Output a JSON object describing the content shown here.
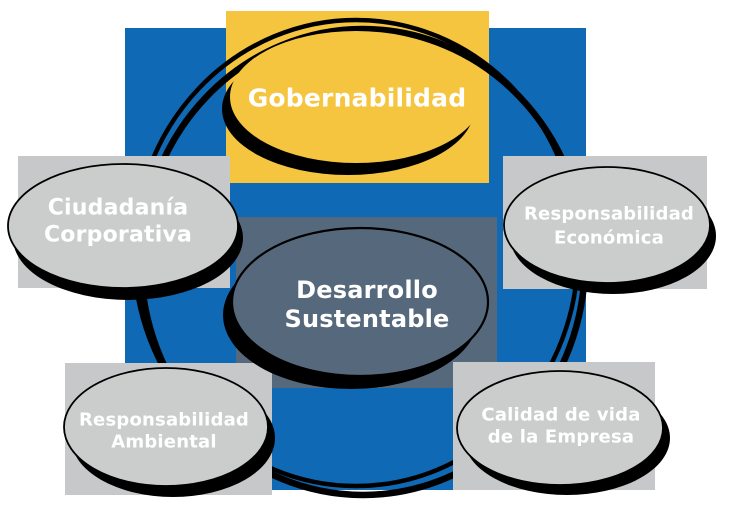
{
  "diagram": {
    "description": "Desarrollo Sustentable cycle diagram",
    "nodes": {
      "gobernabilidad": {
        "label": "Gobernabilidad"
      },
      "ciudadania_corporativa": {
        "line1": "Ciudadanía",
        "line2": "Corporativa"
      },
      "responsabilidad_economica": {
        "line1": "Responsabilidad",
        "line2": "Económica"
      },
      "desarrollo_sustentable": {
        "line1": "Desarrollo",
        "line2": "Sustentable"
      },
      "responsabilidad_ambiental": {
        "line1": "Responsabilidad",
        "line2": "Ambiental"
      },
      "calidad_de_vida": {
        "line1": "Calidad de vida",
        "line2": "de la Empresa"
      }
    }
  },
  "colors": {
    "blue": "#0F69B4",
    "yellow": "#F6C53F",
    "slate_square": "#56697C",
    "slate_ellipse": "#56697C",
    "gray_square": "#C7C8C9",
    "gray_ellipse": "#CBCCCC",
    "ring": "#000000",
    "shadow": "#000000",
    "text": "#FFFFFF"
  }
}
